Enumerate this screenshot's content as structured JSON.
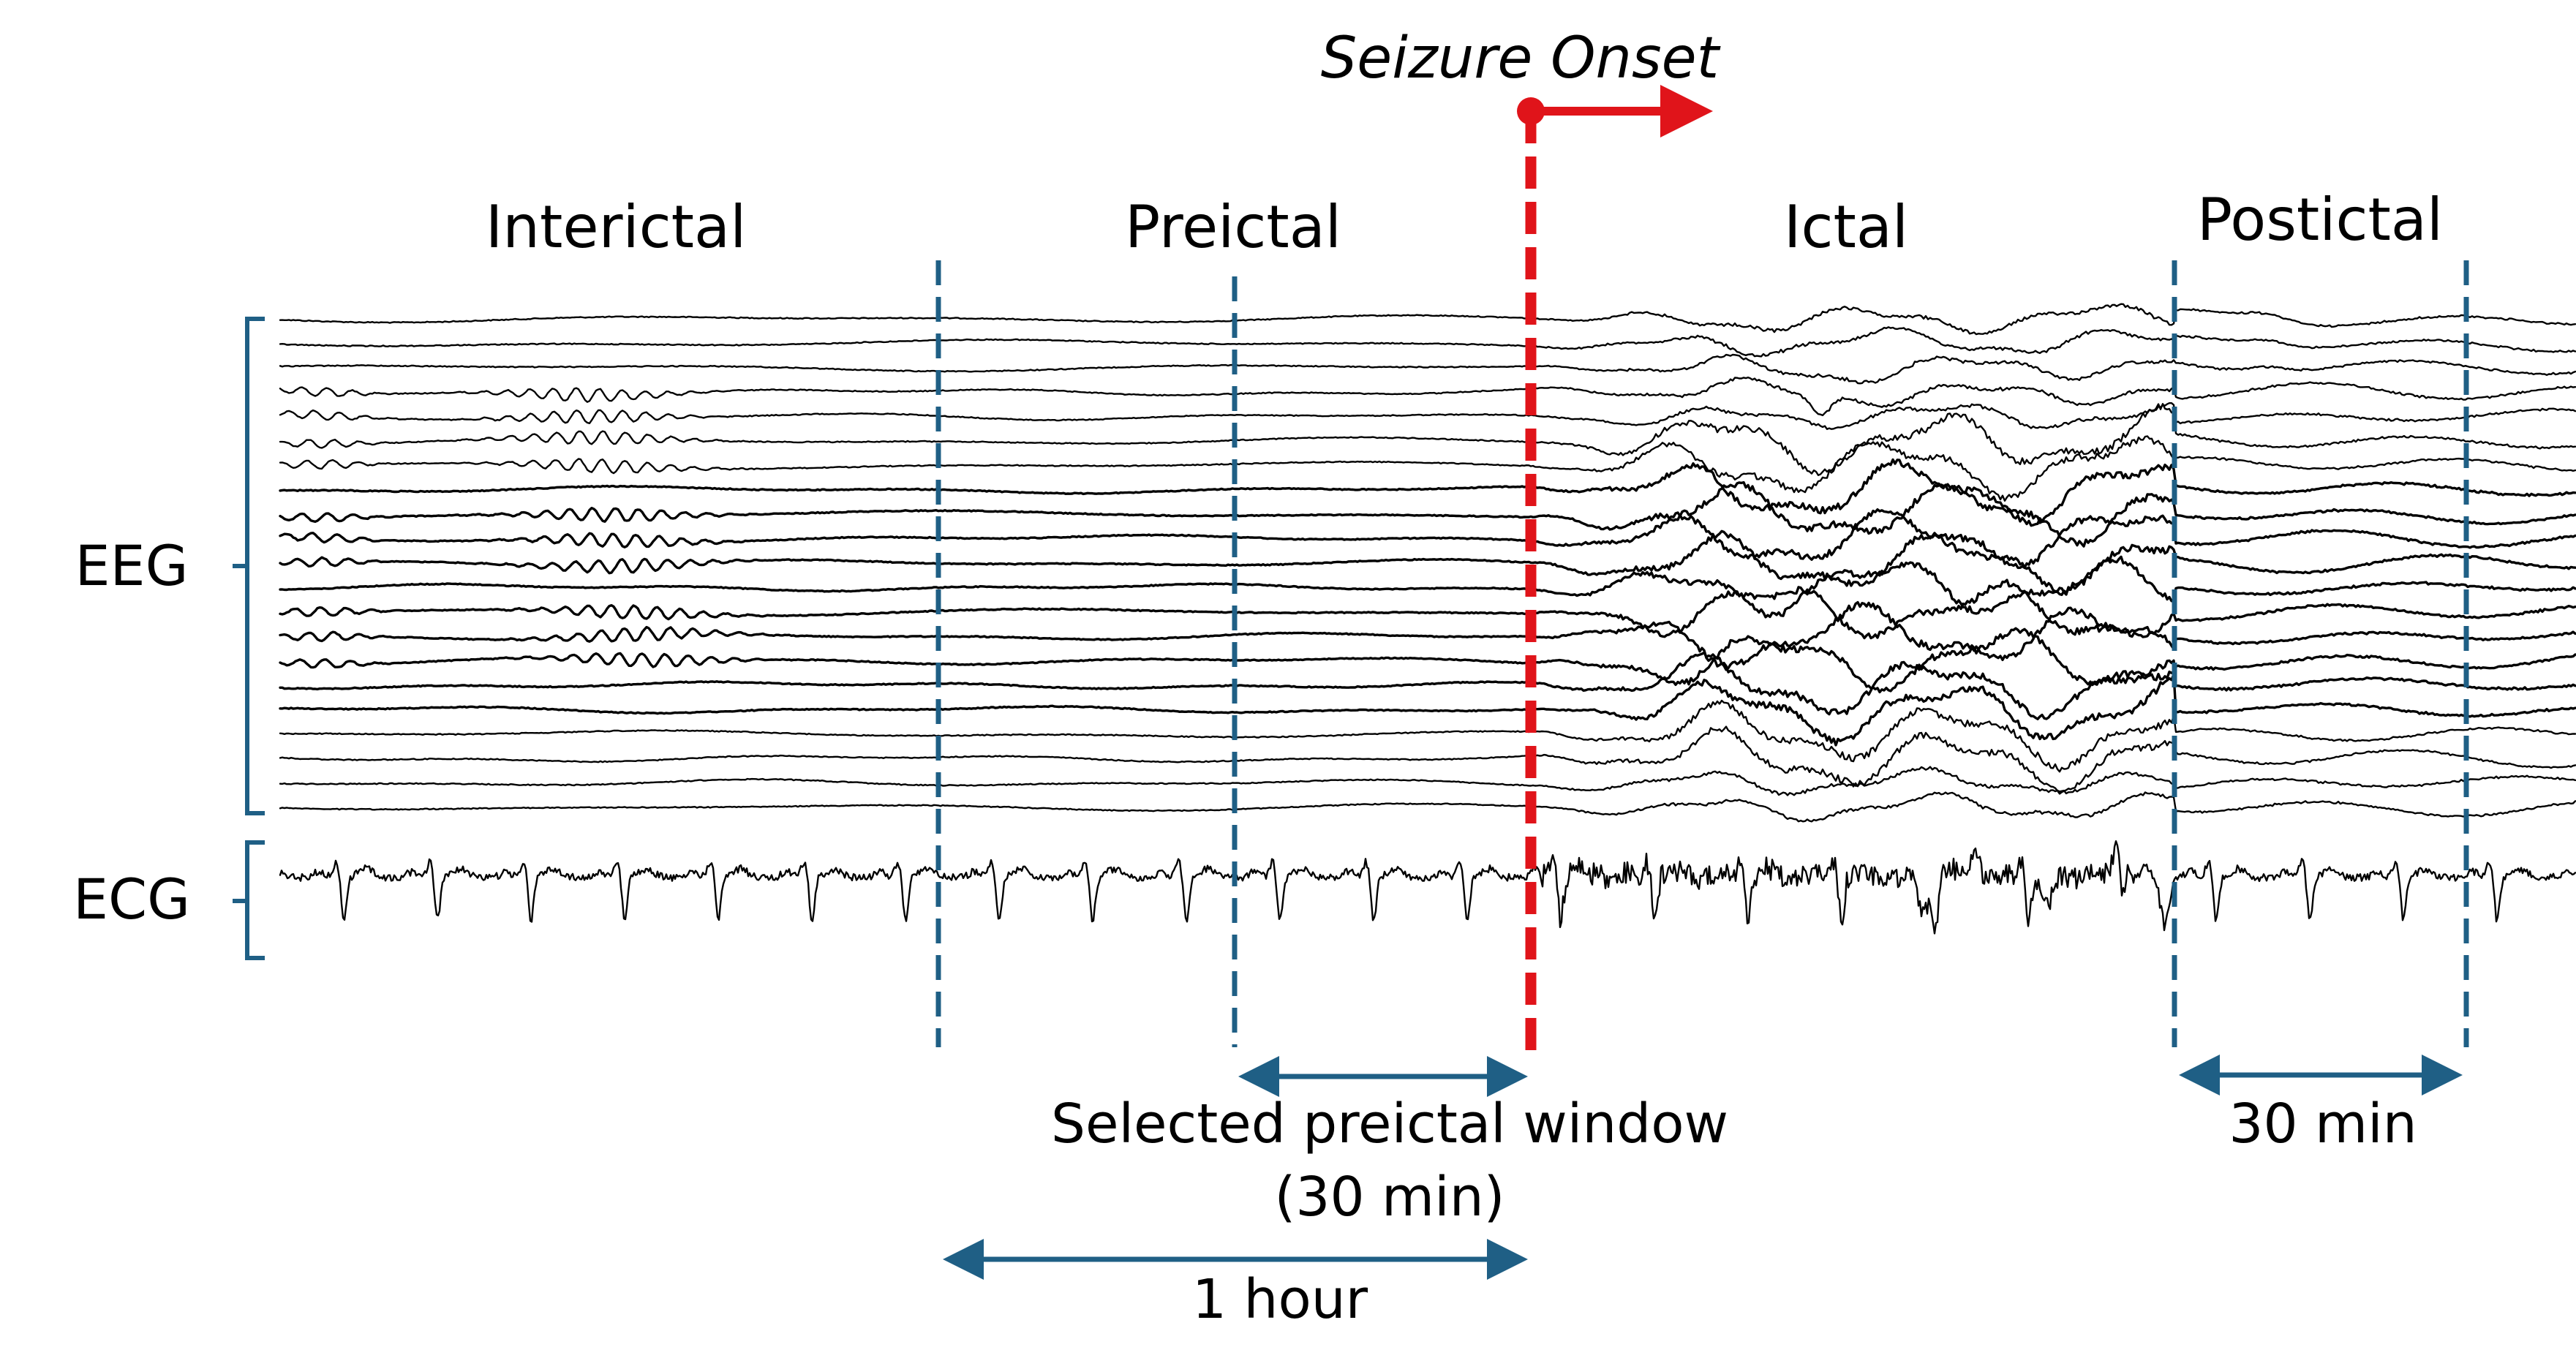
{
  "figure": {
    "phases": {
      "interictal": "Interictal",
      "preictal": "Preictal",
      "ictal": "Ictal",
      "postictal": "Postictal"
    },
    "onset_label": "Seizure Onset",
    "signals": {
      "eeg": "EEG",
      "ecg": "ECG",
      "eeg_channel_count": 21
    },
    "measurements": {
      "selected_window_line1": "Selected preictal window",
      "selected_window_line2": "(30 min)",
      "one_hour": "1 hour",
      "postictal_duration": "30 min"
    },
    "colors": {
      "boundary": "#1f5f85",
      "onset": "#e0141a",
      "trace": "#000000"
    }
  }
}
